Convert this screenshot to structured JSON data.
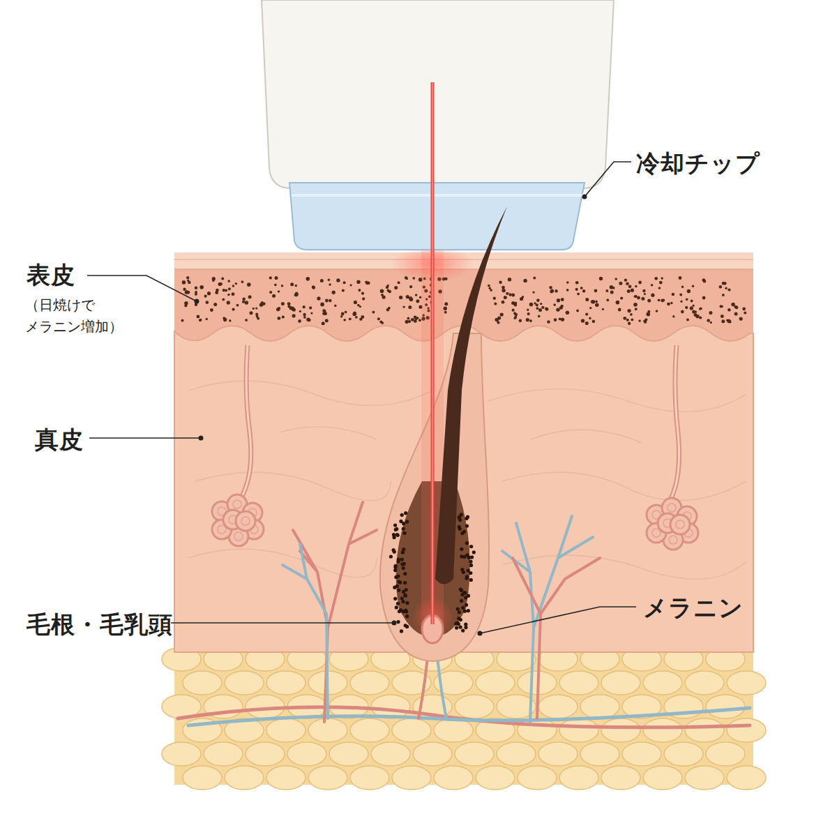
{
  "diagram": {
    "labels": [
      "冷却チップ",
      "表皮",
      "（日焼けで メラニン増加）",
      "真皮",
      "毛根・毛乳頭",
      "メラニン"
    ]
  }
}
